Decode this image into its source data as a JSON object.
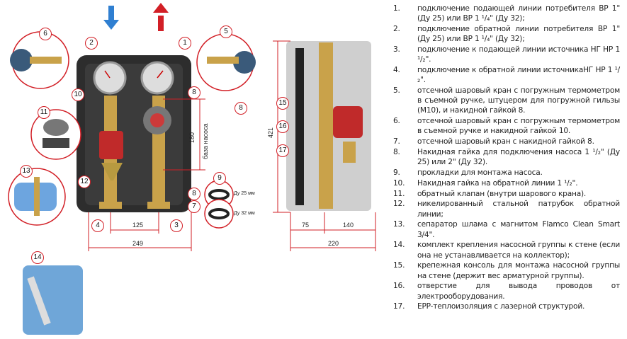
{
  "diagram": {
    "callouts_front": [
      "1",
      "2",
      "5",
      "6",
      "8",
      "8",
      "8",
      "10",
      "11",
      "12",
      "13",
      "9",
      "7",
      "4",
      "3",
      "14"
    ],
    "callouts_side": [
      "15",
      "16",
      "17"
    ],
    "dimensions": {
      "width_total": "249",
      "spacing": "125",
      "pump_base": "180",
      "pump_base_label": "база насоса",
      "height_side": "421",
      "side_left": "75",
      "side_right": "140",
      "side_total": "220"
    },
    "gasket_labels": [
      "Ду 25 мм",
      "Ду 32 мм"
    ],
    "colors": {
      "callout": "#d21f26",
      "flow_supply": "#d21f26",
      "flow_return": "#2f7fd1",
      "insulation": "#2d2d2d",
      "brass": "#c9a24a"
    }
  },
  "legend": [
    {
      "n": "1.",
      "t": "подключение подающей линии потребителя ВР 1\" (Ду 25) или ВР 1 ¹/₄\" (Ду 32);"
    },
    {
      "n": "2.",
      "t": "подключение обратной линии потребителя ВР 1\" (Ду 25) или ВР 1 ¹/₄\" (Ду 32);"
    },
    {
      "n": "3.",
      "t": "подключение к подающей линии источника НГ НР 1 ¹/₂\"."
    },
    {
      "n": "4.",
      "t": "подключение к обратной линии источникаНГ НР 1 ¹/₂\"."
    },
    {
      "n": "5.",
      "t": "отсечной шаровый кран с погружным термометром в съемной ручке, штуцером для погружной гильзы (М10), и накидной гайкой 8."
    },
    {
      "n": "6.",
      "t": "отсечной шаровый кран с погружным термометром в съемной ручке и накидной гайкой 10."
    },
    {
      "n": "7.",
      "t": "отсечной шаровый кран с накидной гайкой 8."
    },
    {
      "n": "8.",
      "t": "Накидная гайка для подключения насоса 1 ¹/₂\" (Ду 25) или 2\" (Ду 32)."
    },
    {
      "n": "9.",
      "t": "прокладки для монтажа насоса."
    },
    {
      "n": "10.",
      "t": "Накидная гайка на обратной линии 1 ¹/₂\"."
    },
    {
      "n": "11.",
      "t": "обратный клапан (внутри шарового крана)."
    },
    {
      "n": "12.",
      "t": "никелированный  стальной патрубок обратной линии;"
    },
    {
      "n": "13.",
      "t": "сепаратор шлама с магнитом Flamco Clean Smart 3/4\"."
    },
    {
      "n": "14.",
      "t": "комплект крепления насосной группы к стене (если она не устанавливается на коллектор);"
    },
    {
      "n": "15.",
      "t": "крепежная консоль для монтажа насосной группы на стене (держит вес арматурной группы)."
    },
    {
      "n": "16.",
      "t": "отверстие для вывода проводов от электрооборудования."
    },
    {
      "n": "17.",
      "t": "EPP-теплоизоляция с лазерной структурой."
    }
  ]
}
